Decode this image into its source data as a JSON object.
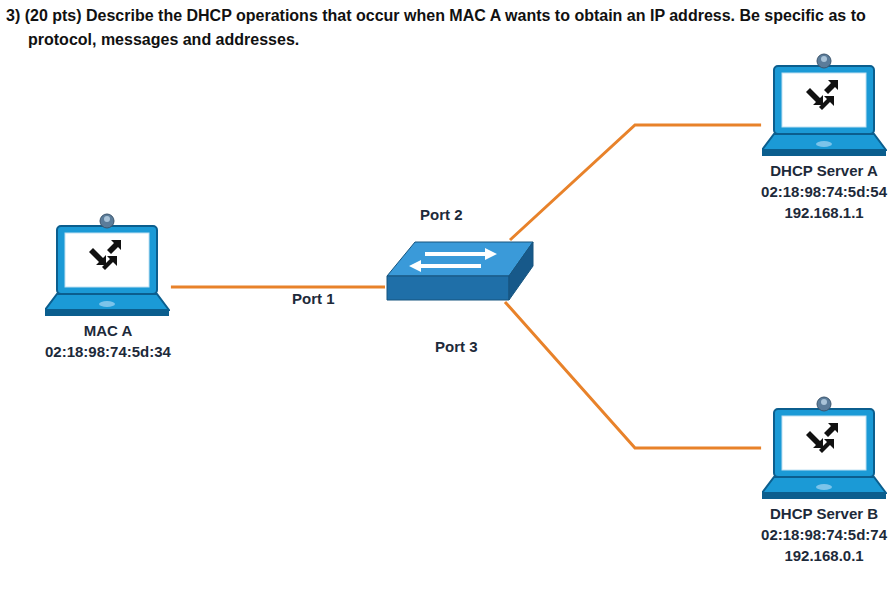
{
  "diagram": {
    "title": "3) (20 pts) Describe the DHCP operations that occur when MAC A wants to obtain an IP address. Be specific as to protocol, messages and addresses.",
    "nodes": [
      {
        "text": [
          "MAC A",
          "02:18:98:74:5d:34"
        ]
      },
      {
        "text": [
          "Port 1",
          "Port 2",
          "Port 3"
        ]
      },
      {
        "text": [
          "DHCP Server A",
          "02:18:98:74:5d:54",
          "192.168.1.1"
        ]
      },
      {
        "text": [
          "DHCP Server B",
          "02:18:98:74:5d:74",
          "192.168.0.1"
        ]
      }
    ],
    "edges": [
      {
        "from": 0,
        "to": 1,
        "arrow": "none"
      },
      {
        "from": 1,
        "to": 2,
        "arrow": "none"
      },
      {
        "from": 1,
        "to": 3,
        "arrow": "none"
      }
    ]
  }
}
